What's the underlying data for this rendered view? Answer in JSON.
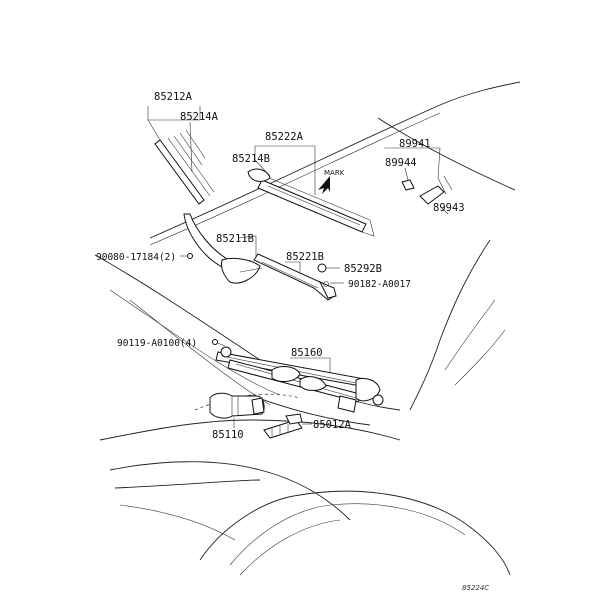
{
  "diagram": {
    "parts": {
      "p85212A": "85212A",
      "p85214A": "85214A",
      "p85222A": "85222A",
      "p85214B": "85214B",
      "p89941": "89941",
      "p89944": "89944",
      "p89943": "89943",
      "mark": "MARK",
      "p85211B": "85211B",
      "p90080": "90080-17184(2)",
      "p85221B": "85221B",
      "p85292B": "85292B",
      "p90182": "90182-A0017",
      "p90119": "90119-A0100(4)",
      "p85160": "85160",
      "p85110": "85110",
      "p85012A": "85012A"
    },
    "reference": "85224C"
  }
}
